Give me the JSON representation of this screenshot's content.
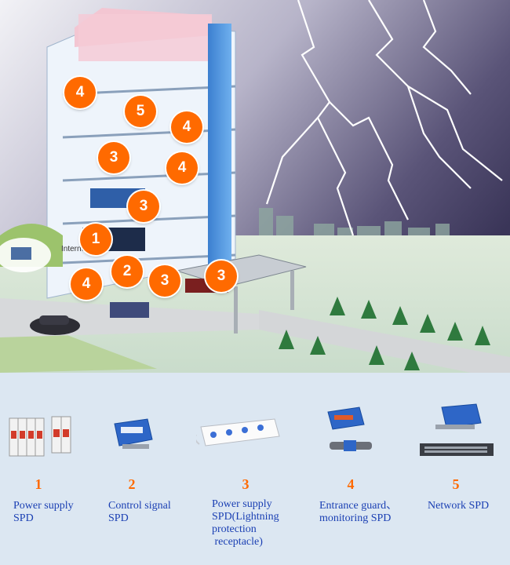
{
  "scene": {
    "building_tag": "Internet",
    "badges": [
      "4",
      "5",
      "4",
      "3",
      "4",
      "3",
      "1",
      "2",
      "4",
      "3",
      "3"
    ]
  },
  "legend": {
    "items": [
      {
        "number": "1",
        "label": "Power supply\nSPD"
      },
      {
        "number": "2",
        "label": "Control signal\nSPD"
      },
      {
        "number": "3",
        "label": "Power supply\nSPD(Lightning\nprotection\n receptacle)"
      },
      {
        "number": "4",
        "label": "Entrance guard、\nmonitoring SPD"
      },
      {
        "number": "5",
        "label": "Network SPD"
      }
    ]
  },
  "colors": {
    "accent": "#ff6a00",
    "label": "#1a3fb3",
    "legend_bg": "#dce7f2"
  }
}
